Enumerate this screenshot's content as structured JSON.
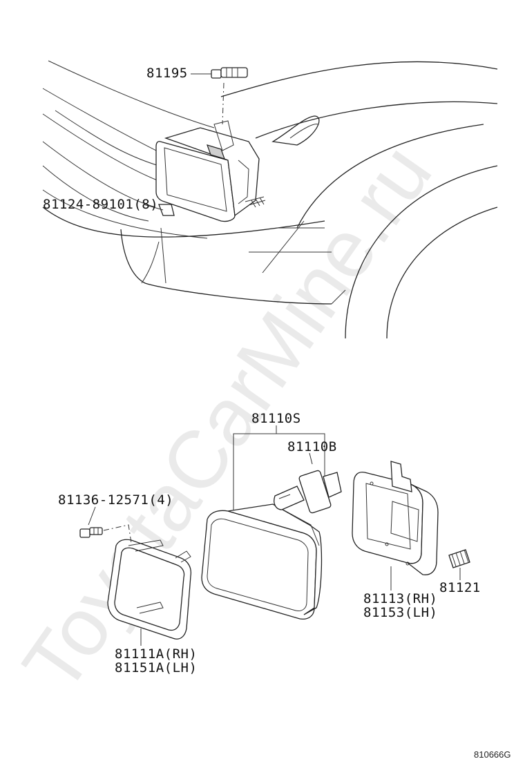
{
  "watermark": "ToyotaCarMine.ru",
  "diagram_code": "810666G",
  "labels": {
    "p81195": "81195",
    "p81124": "81124-89101(8)",
    "p81110S": "81110S",
    "p81110B": "81110B",
    "p81136": "81136-12571(4)",
    "p81111A": "81111A(RH)",
    "p81151A": "81151A(LH)",
    "p81113": "81113(RH)",
    "p81153": "81153(LH)",
    "p81121": "81121"
  }
}
